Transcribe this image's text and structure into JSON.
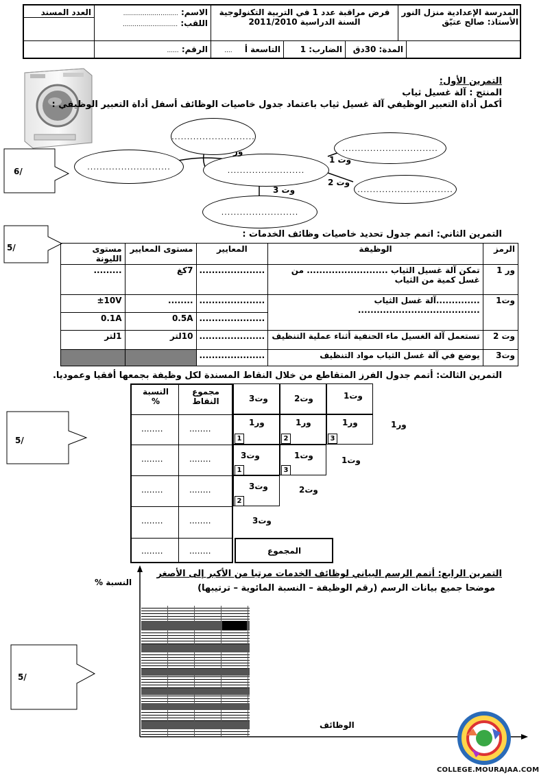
{
  "header": {
    "school_line1": "المدرسة الإعدادية منزل النور",
    "teacher": "الأستاذ: صالح عتيّق",
    "title_line1": "فرض مراقبة عدد 1 في التربية التكنولوجية",
    "title_line2": "السنة الدراسية 2011/2010",
    "name_label": "الاسم:",
    "name_dots": "............................",
    "surname_label": "اللقب:",
    "surname_dots": "............................",
    "grade_label": "العدد المسند",
    "duration": "المدة: 30دق",
    "coefficient": "الضارب: 1",
    "class_label": "التاسعة أ",
    "class_dots": "....",
    "number_label": "الرقم:",
    "number_dots": "......"
  },
  "ex1": {
    "title": "التمرين الأول:",
    "product": "المنتج : آلة غسيل ثياب",
    "instruction": "أكمل أداة التعبير الوظيفي آلة غسيل ثياب باعتماد جدول خاصيات الوظائف أسفل أداة التعبير الوظيفي :",
    "score": "6/",
    "dots_a": "...........................",
    "dots_b": "...............................",
    "dots_c": "...........................",
    "dots_d": ".........................",
    "dots_e": "...............................",
    "dots_f": ".........................",
    "label_wr": "ور",
    "label_wt1": "وت 1",
    "label_wt2": "وت 2",
    "label_wt3": "وت 3"
  },
  "ex2": {
    "title": "التمرين الثاني: اتمم جدول تحديد خاصيات وظائف الخدمات :",
    "score": "5/",
    "headers": [
      "الرمز",
      "الوظيفة",
      "المعايير",
      "مستوى المعايير",
      "مستوى الليونة"
    ],
    "rows": [
      [
        "ور 1",
        "تمكن آلة غسيل الثياب .......................... من غسل كمية من الثياب",
        ".....................",
        "7كغ",
        "........."
      ],
      [
        "وت1",
        "..............آلة غسل الثياب .......................................",
        ".....................",
        "........",
        "±10V"
      ],
      [
        "",
        "",
        ".....................",
        "0.5A",
        "0.1A"
      ],
      [
        "وت 2",
        "تستعمل آلة الغسيل ماء الحنفية أثناء عملية التنظيف",
        ".....................",
        "10لتر",
        "1لتر"
      ],
      [
        "وت3",
        "يوضع في  آلة غسل الثياب مواد التنظيف",
        ".....................",
        "",
        ""
      ]
    ]
  },
  "ex3": {
    "title": "التمرين الثالث: أتمم جدول الفرز المتقاطع من خلال النقاط المسندة لكل وظيفة بجمعها أفقيا وعموديا.",
    "score": "5/",
    "col_ratio": "النسبة %",
    "col_sum": "مجموع النقاط",
    "h_wt3": "وت3",
    "h_wt2": "وت2",
    "h_wt1": "وت1",
    "wr1": "ور1",
    "wt1": "وت1",
    "wt2": "وت2",
    "wt3": "وت3",
    "total": "المجموع",
    "dots": "……..",
    "dots2": "……..",
    "n1": "1",
    "n2": "2",
    "n3": "3"
  },
  "ex4": {
    "title": "التمرين الرابع: أتمم الرسم البياني لوظائف الخدمات مرتبا من الأكبر إلى الأصغر",
    "subtitle": "موضحا جميع بيانات الرسم (رقم الوظيفة – النسبة المائوية – ترتيبها)",
    "y_label": "النسبة %",
    "x_label": "الوظائف",
    "score": "5/"
  },
  "footer": {
    "site": "COLLEGE.MOURAJAA.COM"
  }
}
